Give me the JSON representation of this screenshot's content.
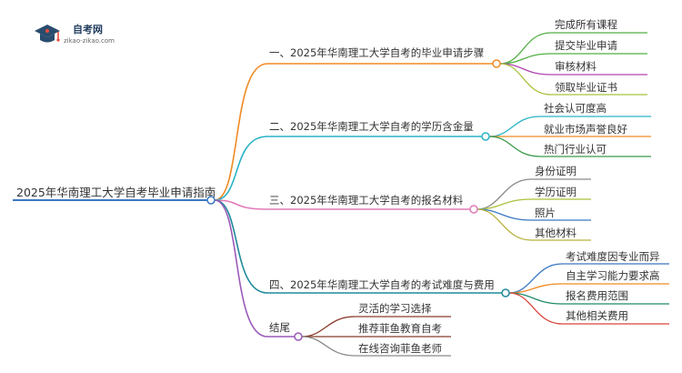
{
  "logo": {
    "title": "自考网",
    "subtitle": "zikao-zikao.com",
    "icon": "graduation-cap-icon",
    "colors": {
      "cap": "#2a4d6e",
      "accent": "#e84c3d"
    }
  },
  "root": {
    "label": "2025年华南理工大学自考毕业申请指南",
    "color": "#3a78c2"
  },
  "branches": [
    {
      "label": "一、2025年华南理工大学自考的毕业申请步骤",
      "color": "#f08a24",
      "children": [
        {
          "label": "完成所有课程",
          "color": "#52b043"
        },
        {
          "label": "提交毕业申请",
          "color": "#52b043"
        },
        {
          "label": "审核材料",
          "color": "#b044b0"
        },
        {
          "label": "领取毕业证书",
          "color": "#a8c23c"
        }
      ]
    },
    {
      "label": "二、2025年华南理工大学自考的学历含金量",
      "color": "#2ab3c7",
      "children": [
        {
          "label": "社会认可度高",
          "color": "#2ab3c7"
        },
        {
          "label": "就业市场声誉良好",
          "color": "#f08a24"
        },
        {
          "label": "热门行业认可",
          "color": "#3a9a4a"
        }
      ]
    },
    {
      "label": "三、2025年华南理工大学自考的报名材料",
      "color": "#e27ab8",
      "children": [
        {
          "label": "身份证明",
          "color": "#8a8a8a"
        },
        {
          "label": "学历证明",
          "color": "#a8c23c"
        },
        {
          "label": "照片",
          "color": "#3a78c2"
        },
        {
          "label": "其他材料",
          "color": "#b8b23c"
        }
      ]
    },
    {
      "label": "四、2025年华南理工大学自考的考试难度与费用",
      "color": "#1f8a9a",
      "children": [
        {
          "label": "考试难度因专业而异",
          "color": "#3a78c2"
        },
        {
          "label": "自主学习能力要求高",
          "color": "#f08a24"
        },
        {
          "label": "报名费用范围",
          "color": "#1f8a6a"
        },
        {
          "label": "其他相关费用",
          "color": "#d9443a"
        }
      ]
    },
    {
      "label": "结尾",
      "color": "#9a5ab8",
      "children": [
        {
          "label": "灵活的学习选择",
          "color": "#8a3a2a"
        },
        {
          "label": "推荐菲鱼教育自考",
          "color": "#8a3a2a"
        },
        {
          "label": "在线咨询菲鱼老师",
          "color": "#8a8a8a"
        }
      ]
    }
  ]
}
